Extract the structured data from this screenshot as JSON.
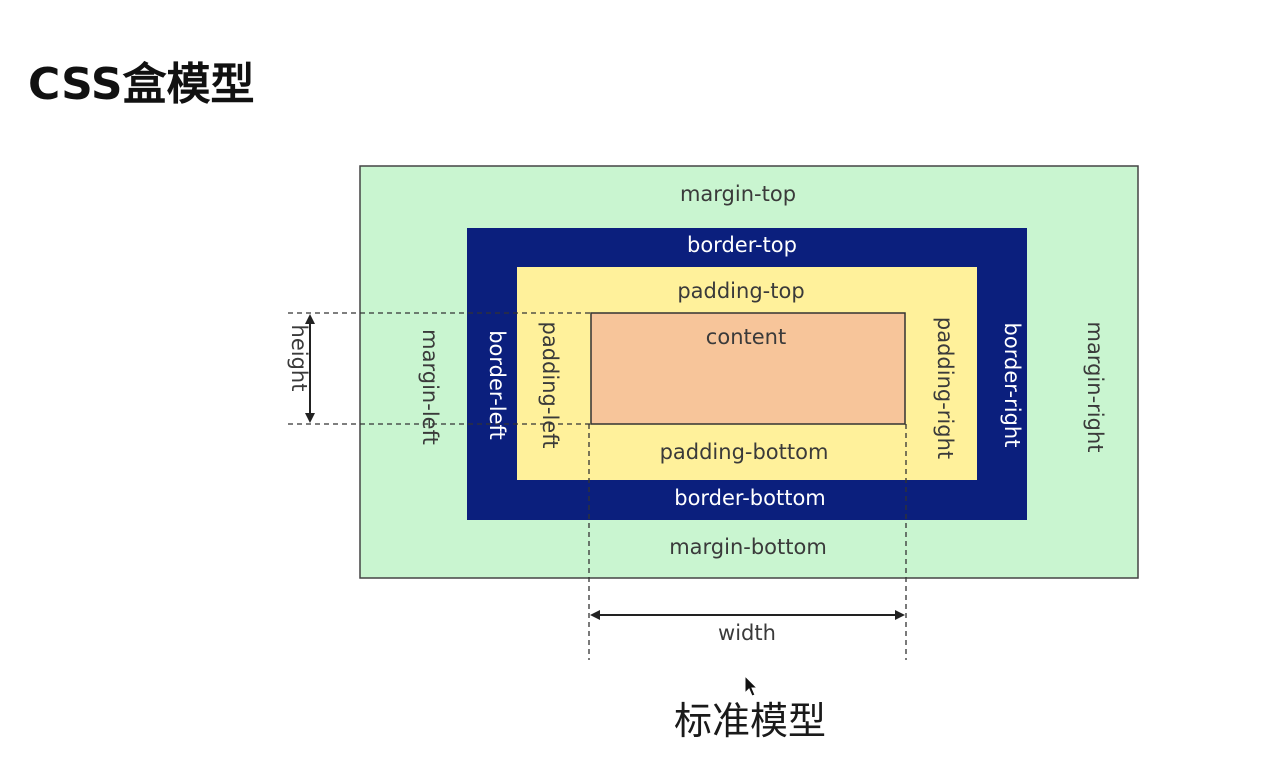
{
  "title": "CSS盒模型",
  "colors": {
    "margin": "#c9f5d0",
    "border": "#0b1f7d",
    "padding": "#fff19b",
    "content": "#f7c59a",
    "dark_text": "#3a3a3a",
    "light_text": "#ffffff"
  },
  "labels": {
    "margin_top": "margin-top",
    "margin_bottom": "margin-bottom",
    "margin_left": "margin-left",
    "margin_right": "margin-right",
    "border_top": "border-top",
    "border_bottom": "border-bottom",
    "border_left": "border-left",
    "border_right": "border-right",
    "padding_top": "padding-top",
    "padding_bottom": "padding-bottom",
    "padding_left": "padding-left",
    "padding_right": "padding-right",
    "content": "content",
    "height": "height",
    "width": "width"
  },
  "caption": "标准模型",
  "icons": [
    "mouse-pointer-icon"
  ]
}
